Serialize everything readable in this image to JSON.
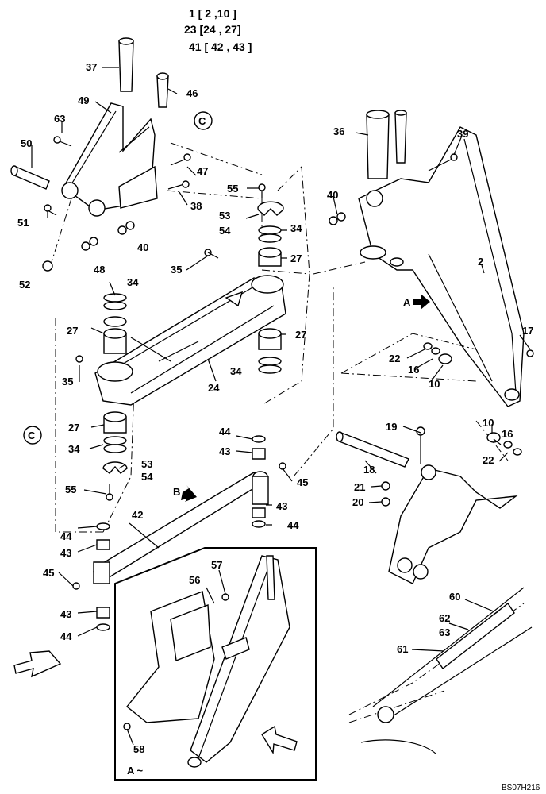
{
  "header_lines": [
    "1 [ 2 ,10 ]",
    "23 [24 , 27]",
    "41 [ 42 , 43 ]"
  ],
  "callouts": [
    "2",
    "10",
    "16",
    "17",
    "18",
    "19",
    "20",
    "21",
    "22",
    "24",
    "27",
    "34",
    "35",
    "36",
    "37",
    "38",
    "39",
    "40",
    "42",
    "43",
    "44",
    "45",
    "46",
    "47",
    "48",
    "49",
    "50",
    "51",
    "52",
    "53",
    "54",
    "55",
    "56",
    "57",
    "58",
    "60",
    "61",
    "62",
    "63"
  ],
  "circle_refs": [
    "C"
  ],
  "view_labels": {
    "arrow_a": "A",
    "arrow_b": "B",
    "inset_a": "A ~"
  },
  "reference_code": "BS07H216"
}
